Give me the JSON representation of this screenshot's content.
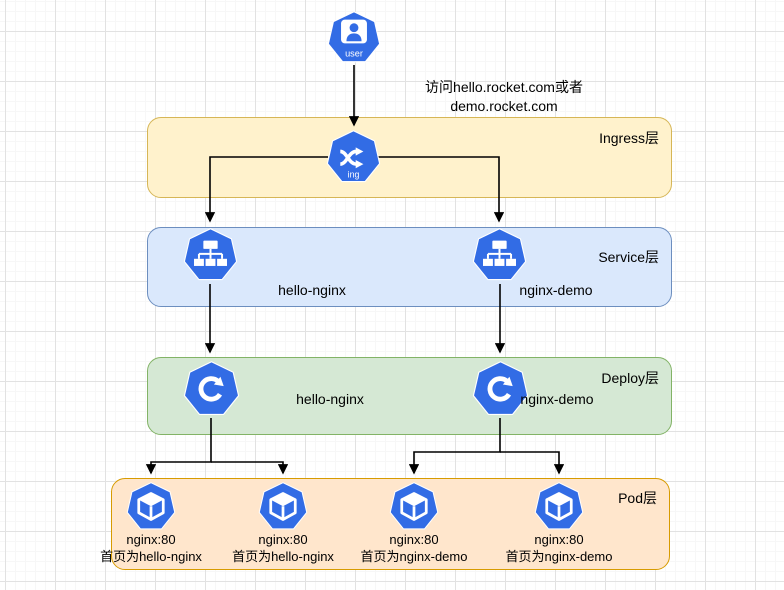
{
  "diagram": {
    "note": {
      "line1": "访问hello.rocket.com或者",
      "line2": "demo.rocket.com"
    },
    "user_node": {
      "label": "user"
    },
    "ingress": {
      "title": "Ingress层",
      "node_label": "ing"
    },
    "service": {
      "title": "Service层",
      "nodes": [
        {
          "label": "hello-nginx"
        },
        {
          "label": "nginx-demo"
        }
      ]
    },
    "deploy": {
      "title": "Deploy层",
      "nodes": [
        {
          "label": "hello-nginx"
        },
        {
          "label": "nginx-demo"
        }
      ]
    },
    "pod": {
      "title": "Pod层",
      "nodes": [
        {
          "image": "nginx:80",
          "desc": "首页为hello-nginx"
        },
        {
          "image": "nginx:80",
          "desc": "首页为hello-nginx"
        },
        {
          "image": "nginx:80",
          "desc": "首页为nginx-demo"
        },
        {
          "image": "nginx:80",
          "desc": "首页为nginx-demo"
        }
      ]
    },
    "colors": {
      "icon_blue": "#326CE5",
      "ingress_fill": "#FFF2CC",
      "ingress_border": "#D6B656",
      "service_fill": "#DAE8FC",
      "service_border": "#6C8EBF",
      "deploy_fill": "#D5E8D4",
      "deploy_border": "#82B366",
      "pod_fill": "#FFE6CC",
      "pod_border": "#D79B00",
      "edge": "#000000"
    },
    "icons": {
      "user": "person-icon",
      "ingress": "shuffle-arrows-icon",
      "service": "tree-topology-icon",
      "deploy": "circular-arrow-icon",
      "pod": "cube-icon"
    }
  }
}
